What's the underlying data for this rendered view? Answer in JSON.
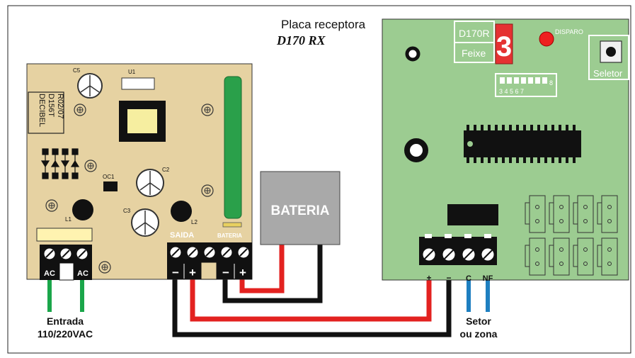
{
  "colors": {
    "psu_board": "#e6d2a2",
    "receiver_board": "#9ccc91",
    "battery": "#a9a9a9",
    "wire_red": "#e32220",
    "wire_black": "#111111",
    "wire_green": "#1aa64a",
    "wire_blue": "#1e7fc0",
    "display_red": "#e53232",
    "led_red": "#ee2020"
  },
  "receiver": {
    "title": "Placa receptora",
    "model": "D170 RX",
    "display_label_top": "D170R",
    "display_label_bottom": "Feixe",
    "display_digit": "3",
    "led_label": "DISPARO",
    "button_label": "Seletor",
    "dip_numbers": "3 4 5 6 7",
    "dip_last": "8",
    "terminal_labels": [
      "+",
      "−",
      "C",
      "NF"
    ]
  },
  "psu": {
    "vendor_lines": [
      "DECIBEL",
      "D156T",
      "R02/07"
    ],
    "c5": "C5",
    "u1": "U1",
    "c2": "C2",
    "c3": "C3",
    "oc1": "OC1",
    "l1": "L1",
    "l2": "L2",
    "saida": "SAIDA",
    "bateria_small": "BATERIA",
    "ac_left": "AC",
    "ac_right": "AC",
    "out_signs": [
      "−",
      "+",
      "−",
      "+"
    ]
  },
  "battery": {
    "label": "BATERIA"
  },
  "input_label": {
    "line1": "Entrada",
    "line2": "110/220VAC"
  },
  "zone_label": {
    "line1": "Setor",
    "line2": "ou zona"
  }
}
